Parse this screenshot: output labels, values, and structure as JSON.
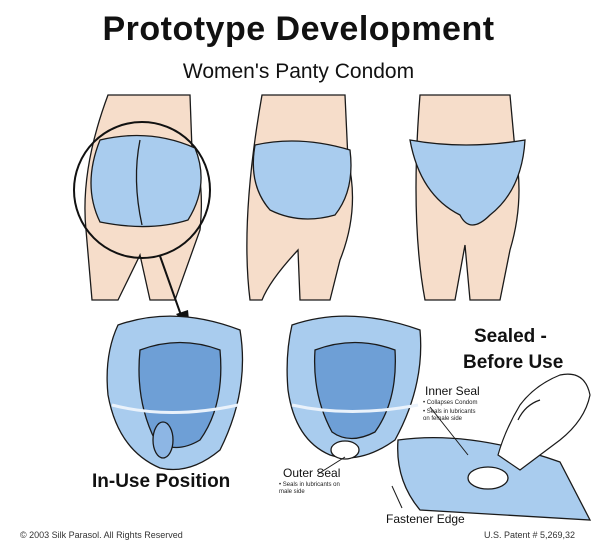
{
  "title": "Prototype Development",
  "subtitle": "Women's Panty Condom",
  "labels": {
    "in_use": "In-Use Position",
    "sealed": "Sealed -",
    "before_use": "Before Use",
    "inner_seal": "Inner Seal",
    "inner_seal_note1": "• Collapses Condom",
    "inner_seal_note2": "• Seals in lubricants on female side",
    "outer_seal": "Outer Seal",
    "outer_seal_note": "• Seals in lubricants on male side",
    "fastener_edge": "Fastener Edge"
  },
  "footer": {
    "copyright": "© 2003 Silk Parasol. All Rights Reserved",
    "patent": "U.S. Patent # 5,269,32"
  },
  "colors": {
    "panty_fill": "#a9ccee",
    "panty_dark": "#6e9fd6",
    "skin": "#f6ddca",
    "outline": "#1a1a1a"
  }
}
